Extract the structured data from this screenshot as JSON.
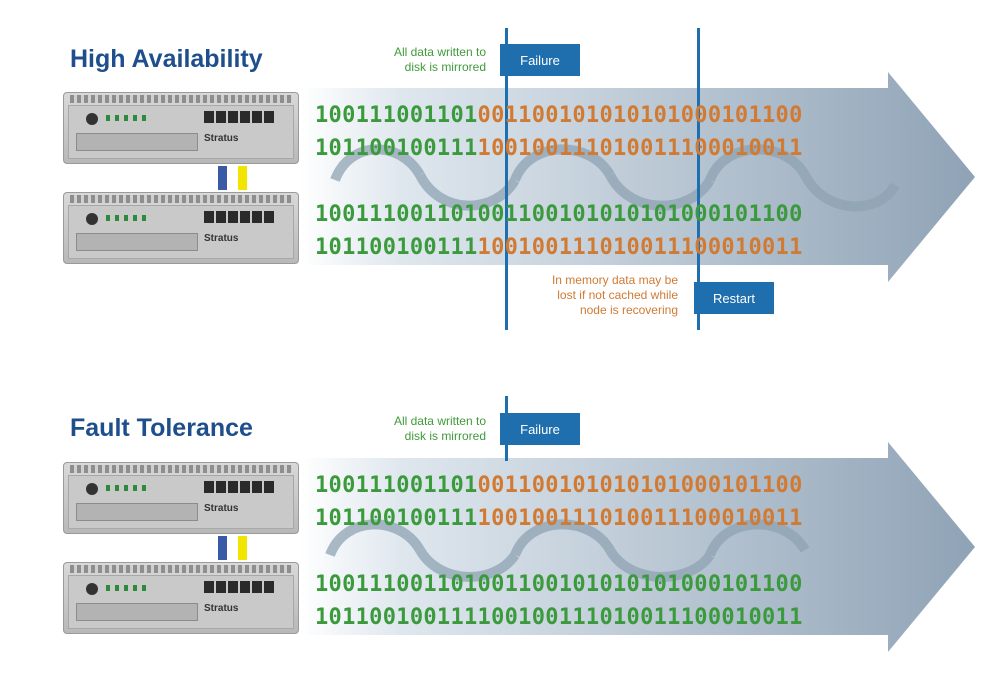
{
  "colors": {
    "title": "#1f4e8c",
    "blue": "#1f6fae",
    "green": "#3a9a3c",
    "orange": "#d07a33",
    "arrow": "#a9b8c6"
  },
  "panels": [
    {
      "title": "High Availability",
      "note_top": [
        "All data written to",
        "disk is mirrored"
      ],
      "failure_label": "Failure",
      "restart_label": "Restart",
      "note_bottom": [
        "In memory data may be",
        "lost if not cached while",
        "node is recovering"
      ],
      "device_brand": "Stratus",
      "rows": [
        {
          "a": "100111001101",
          "b": "001100101010101000101100",
          "b_color": "orange"
        },
        {
          "a": "101100100111",
          "b": "100100111010011100010011",
          "b_color": "orange"
        },
        {
          "a": "100111001101",
          "b": "001100101010101000101100",
          "b_color": "green"
        },
        {
          "a": "101100100111",
          "b": "100100111010011100010011",
          "b_color": "orange"
        }
      ]
    },
    {
      "title": "Fault Tolerance",
      "note_top": [
        "All data written to",
        "disk is mirrored"
      ],
      "failure_label": "Failure",
      "device_brand": "Stratus",
      "rows": [
        {
          "a": "100111001101",
          "b": "001100101010101000101100",
          "b_color": "orange"
        },
        {
          "a": "101100100111",
          "b": "100100111010011100010011",
          "b_color": "orange"
        },
        {
          "a": "100111001101",
          "b": "001100101010101000101100",
          "b_color": "green"
        },
        {
          "a": "101100100111",
          "b": "100100111010011100010011",
          "b_color": "green"
        }
      ]
    }
  ]
}
